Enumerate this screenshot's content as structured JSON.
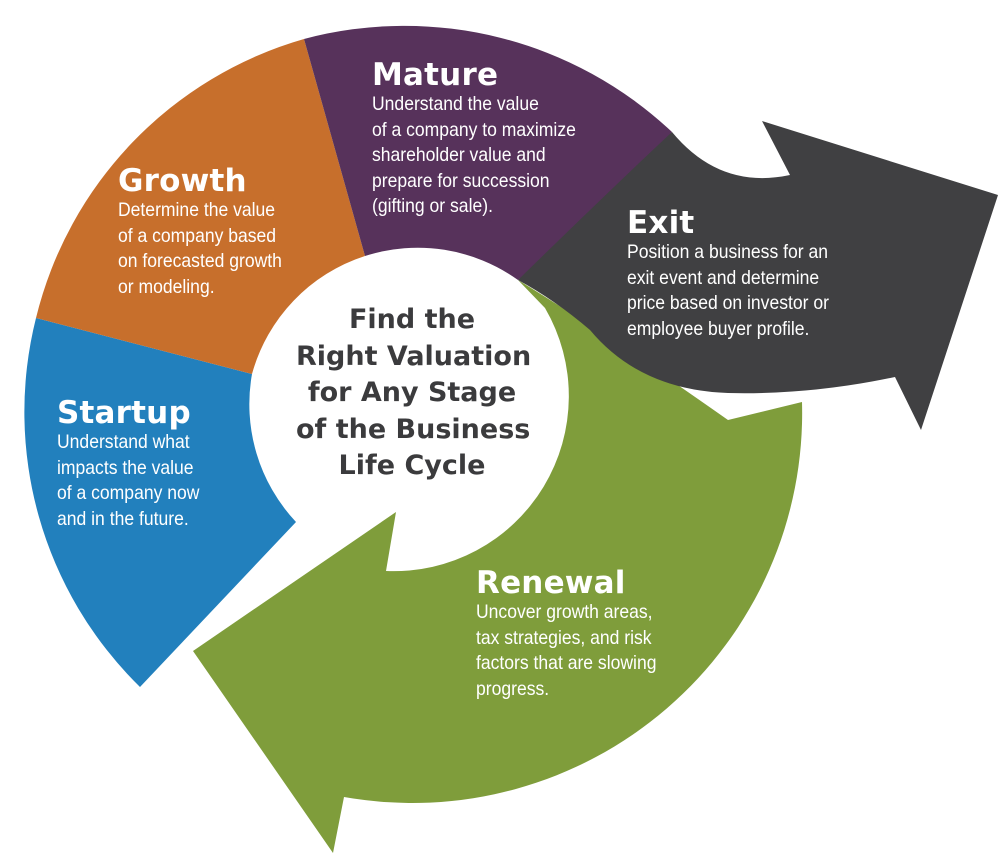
{
  "center": {
    "lines": [
      "Find the",
      "Right Valuation",
      "for Any Stage",
      "of the Business",
      "Life Cycle"
    ]
  },
  "stages": {
    "mature": {
      "title": "Mature",
      "lines": [
        "Understand the value",
        "of a company to maximize",
        "shareholder value and",
        "prepare for succession",
        "(gifting or sale)."
      ],
      "color": "#57325b"
    },
    "growth": {
      "title": "Growth",
      "lines": [
        "Determine the value",
        "of a company based",
        "on forecasted growth",
        "or modeling."
      ],
      "color": "#c76f2c"
    },
    "exit": {
      "title": "Exit",
      "lines": [
        "Position a business for an",
        "exit event and determine",
        "price based on investor or",
        "employee buyer profile."
      ],
      "color": "#404042"
    },
    "startup": {
      "title": "Startup",
      "lines": [
        "Understand what",
        "impacts the value",
        "of a company now",
        "and in the future."
      ],
      "color": "#2280bd"
    },
    "renewal": {
      "title": "Renewal",
      "lines": [
        "Uncover growth areas,",
        "tax strategies, and risk",
        "factors that are slowing",
        "progress."
      ],
      "color": "#7f9d3b"
    }
  }
}
